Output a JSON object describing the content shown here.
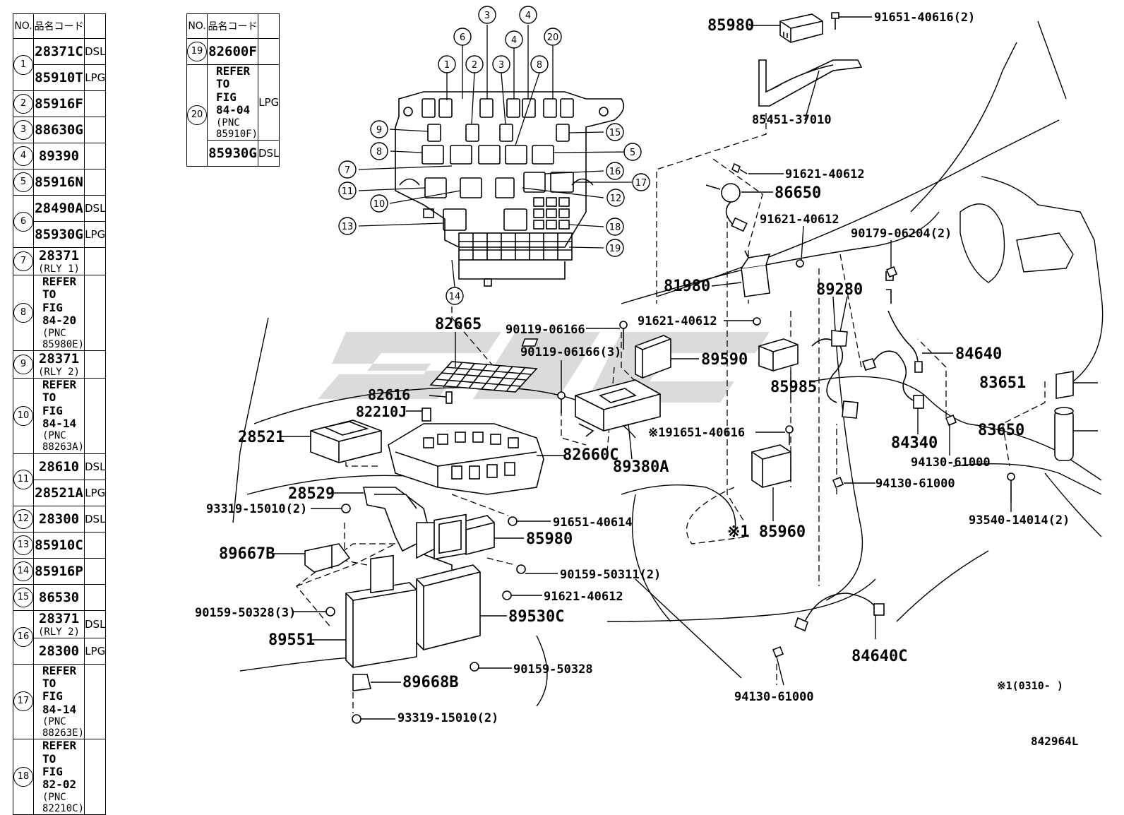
{
  "table_left": {
    "headers": {
      "no": "NO.",
      "code": "品名コード",
      "remark": ""
    },
    "rows": [
      {
        "no": "1",
        "entries": [
          {
            "code": "28371C",
            "remark": "DSL"
          },
          {
            "code": "85910T",
            "remark": "LPG"
          }
        ]
      },
      {
        "no": "2",
        "entries": [
          {
            "code": "85916F",
            "remark": ""
          }
        ]
      },
      {
        "no": "3",
        "entries": [
          {
            "code": "88630G",
            "remark": ""
          }
        ]
      },
      {
        "no": "4",
        "entries": [
          {
            "code": "89390",
            "remark": ""
          }
        ]
      },
      {
        "no": "5",
        "entries": [
          {
            "code": "85916N",
            "remark": ""
          }
        ]
      },
      {
        "no": "6",
        "entries": [
          {
            "code": "28490A",
            "remark": "DSL"
          },
          {
            "code": "85930G",
            "remark": "LPG"
          }
        ]
      },
      {
        "no": "7",
        "entries": [
          {
            "code": "28371",
            "sub": "(RLY 1)",
            "remark": ""
          }
        ]
      },
      {
        "no": "8",
        "entries": [
          {
            "ref1": "REFER TO",
            "ref2": "FIG 84-20",
            "pnc": "(PNC 85980E)",
            "remark": ""
          }
        ]
      },
      {
        "no": "9",
        "entries": [
          {
            "code": "28371",
            "sub": "(RLY 2)",
            "remark": ""
          }
        ]
      },
      {
        "no": "10",
        "entries": [
          {
            "ref1": "REFER TO",
            "ref2": "FIG 84-14",
            "pnc": "(PNC 88263A)",
            "remark": ""
          }
        ]
      },
      {
        "no": "11",
        "entries": [
          {
            "code": "28610",
            "remark": "DSL"
          },
          {
            "code": "28521A",
            "remark": "LPG"
          }
        ]
      },
      {
        "no": "12",
        "entries": [
          {
            "code": "28300",
            "remark": "DSL"
          }
        ]
      },
      {
        "no": "13",
        "entries": [
          {
            "code": "85910C",
            "remark": ""
          }
        ]
      },
      {
        "no": "14",
        "entries": [
          {
            "code": "85916P",
            "remark": ""
          }
        ]
      },
      {
        "no": "15",
        "entries": [
          {
            "code": "86530",
            "remark": ""
          }
        ]
      },
      {
        "no": "16",
        "entries": [
          {
            "code": "28371",
            "sub": "(RLY 2)",
            "remark": "DSL"
          },
          {
            "code": "28300",
            "remark": "LPG"
          }
        ]
      },
      {
        "no": "17",
        "entries": [
          {
            "ref1": "REFER TO",
            "ref2": "FIG 84-14",
            "pnc": "(PNC 88263E)",
            "remark": ""
          }
        ]
      },
      {
        "no": "18",
        "entries": [
          {
            "ref1": "REFER TO",
            "ref2": "FIG 82-02",
            "pnc": "(PNC 82210C)",
            "remark": ""
          }
        ]
      }
    ]
  },
  "table_right": {
    "headers": {
      "no": "NO.",
      "code": "品名コード",
      "remark": ""
    },
    "rows": [
      {
        "no": "19",
        "entries": [
          {
            "code": "82600F",
            "remark": ""
          }
        ]
      },
      {
        "no": "20",
        "entries": [
          {
            "ref1": "REFER TO",
            "ref2": "FIG 84-04",
            "pnc": "(PNC 85910F)",
            "remark": "LPG"
          },
          {
            "code": "85930G",
            "remark": "DSL"
          }
        ]
      }
    ]
  },
  "fuse_box_callouts": [
    "1",
    "2",
    "3",
    "3",
    "4",
    "4",
    "5",
    "6",
    "7",
    "8",
    "8",
    "9",
    "10",
    "11",
    "12",
    "13",
    "14",
    "15",
    "16",
    "17",
    "18",
    "19",
    "20"
  ],
  "part_labels": {
    "p85980_top": "85980",
    "p91651_40616_2": "91651-40616(2)",
    "p85451_37010": "85451-37010",
    "p91621_40612_a": "91621-40612",
    "p86650": "86650",
    "p91621_40612_b": "91621-40612",
    "p90179_06204_2": "90179-06204(2)",
    "p81980": "81980",
    "p89280": "89280",
    "p91621_40612_c": "91621-40612",
    "p84640": "84640",
    "p82665": "82665",
    "p90119_06166": "90119-06166",
    "p90119_06166_3": "90119-06166(3)",
    "p89590": "89590",
    "p82616": "82616",
    "p82210J": "82210J",
    "p85985": "85985",
    "p83651": "83651",
    "p28521": "28521",
    "p91651_40616": "※191651-40616",
    "p83650": "83650",
    "p82660C": "82660C",
    "p84340": "84340",
    "p89380A": "89380A",
    "p94130_61000_a": "94130-61000",
    "p28529": "28529",
    "p94130_61000_b": "94130-61000",
    "p93319_15010_2_a": "93319-15010(2)",
    "p91651_40614": "91651-40614",
    "p93540_14014_2": "93540-14014(2)",
    "p85960": "※1 85960",
    "p85980_mid": "85980",
    "p89667B": "89667B",
    "p90159_50311_2": "90159-50311(2)",
    "p91621_40612_d": "91621-40612",
    "p90159_50328_3": "90159-50328(3)",
    "p89530C": "89530C",
    "p89551": "89551",
    "p90159_50328": "90159-50328",
    "p89668B": "89668B",
    "p84640C": "84640C",
    "p93319_15010_2_b": "93319-15010(2)",
    "p94130_61000_c": "94130-61000",
    "note": "※1(0310-     )",
    "figure_id": "842964L"
  },
  "colors": {
    "line": "#000000",
    "background": "#ffffff",
    "watermark": "#9a9a9a"
  }
}
